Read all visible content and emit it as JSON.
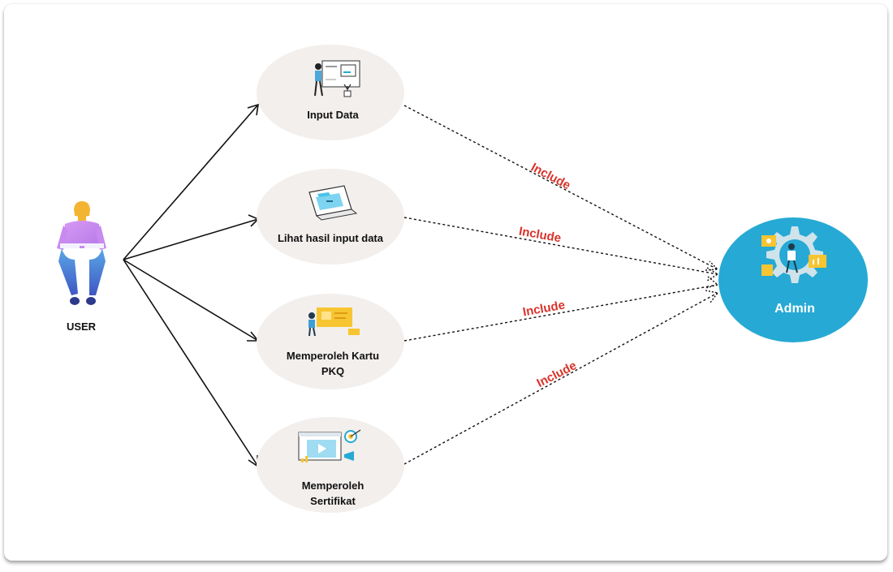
{
  "diagram": {
    "actor": {
      "label": "USER"
    },
    "admin": {
      "label": "Admin"
    },
    "use_cases": [
      {
        "lines": [
          "Input Data"
        ]
      },
      {
        "lines": [
          "Lihat hasil input data"
        ]
      },
      {
        "lines": [
          "Memperoleh Kartu",
          "PKQ"
        ]
      },
      {
        "lines": [
          "Memperoleh",
          "Sertifikat"
        ]
      }
    ],
    "relations": [
      {
        "label": "Include"
      },
      {
        "label": "Include"
      },
      {
        "label": "Include"
      },
      {
        "label": "Include"
      }
    ]
  },
  "colors": {
    "use_case_fill": "#f2efed",
    "admin_fill": "#26a9d4",
    "include_text": "#d9342b",
    "actor_shirt": "#c889f0",
    "actor_pants": "#4d7fd4",
    "actor_skin": "#f3b531"
  }
}
